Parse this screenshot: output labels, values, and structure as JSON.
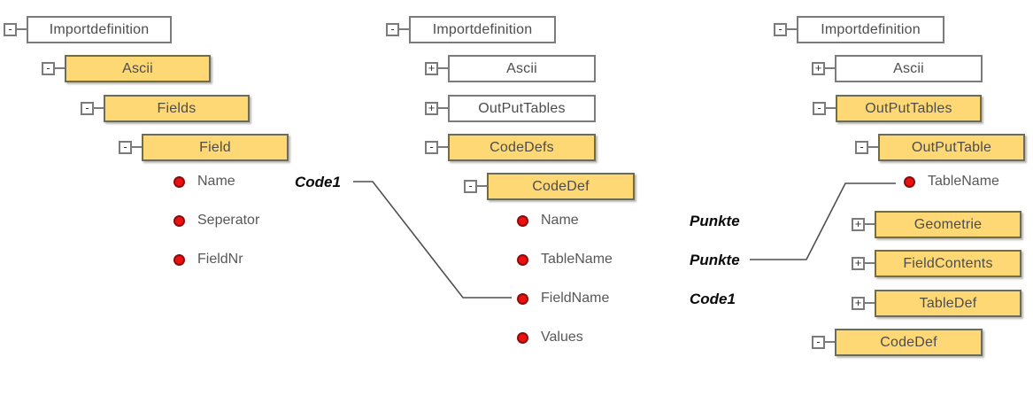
{
  "colors": {
    "element_fill_yellow": "#FDD875",
    "element_border_yellow": "#6E6E4E",
    "element_fill_white": "#FFFFFF",
    "element_border_gray": "#7B7B7B",
    "attribute_dot_red": "#EC1111",
    "connector_line": "#4F4F4F",
    "node_text": "#4D4D4D"
  },
  "trees": {
    "t1": {
      "nodes": [
        {
          "label": "Importdefinition",
          "toggle": "-",
          "highlighted": false
        },
        {
          "label": "Ascii",
          "toggle": "-",
          "highlighted": true
        },
        {
          "label": "Fields",
          "toggle": "-",
          "highlighted": true
        },
        {
          "label": "Field",
          "toggle": "-",
          "highlighted": true
        }
      ],
      "attributes": [
        {
          "label": "Name"
        },
        {
          "label": "Seperator"
        },
        {
          "label": "FieldNr"
        }
      ]
    },
    "t2": {
      "nodes": [
        {
          "label": "Importdefinition",
          "toggle": "-",
          "highlighted": false
        },
        {
          "label": "Ascii",
          "toggle": "+",
          "highlighted": false
        },
        {
          "label": "OutPutTables",
          "toggle": "+",
          "highlighted": false
        },
        {
          "label": "CodeDefs",
          "toggle": "-",
          "highlighted": true
        },
        {
          "label": "CodeDef",
          "toggle": "-",
          "highlighted": true
        }
      ],
      "attributes": [
        {
          "label": "Name"
        },
        {
          "label": "TableName"
        },
        {
          "label": "FieldName"
        },
        {
          "label": "Values"
        }
      ]
    },
    "t3": {
      "nodes": [
        {
          "label": "Importdefinition",
          "toggle": "-",
          "highlighted": false
        },
        {
          "label": "Ascii",
          "toggle": "+",
          "highlighted": false
        },
        {
          "label": "OutPutTables",
          "toggle": "-",
          "highlighted": true
        },
        {
          "label": "OutPutTable",
          "toggle": "-",
          "highlighted": true
        },
        {
          "label": "Geometrie",
          "toggle": "+",
          "highlighted": true
        },
        {
          "label": "FieldContents",
          "toggle": "+",
          "highlighted": true
        },
        {
          "label": "TableDef",
          "toggle": "+",
          "highlighted": true
        },
        {
          "label": "CodeDef",
          "toggle": "-",
          "highlighted": true
        }
      ],
      "attributes": [
        {
          "label": "TableName"
        }
      ]
    }
  },
  "annotations": [
    {
      "label": "Code1",
      "linked_to": "t2 FieldName"
    },
    {
      "label": "Punkte",
      "linked_to": ""
    },
    {
      "label": "Punkte",
      "linked_to": "t3 TableName"
    },
    {
      "label": "Code1",
      "linked_to": ""
    }
  ]
}
